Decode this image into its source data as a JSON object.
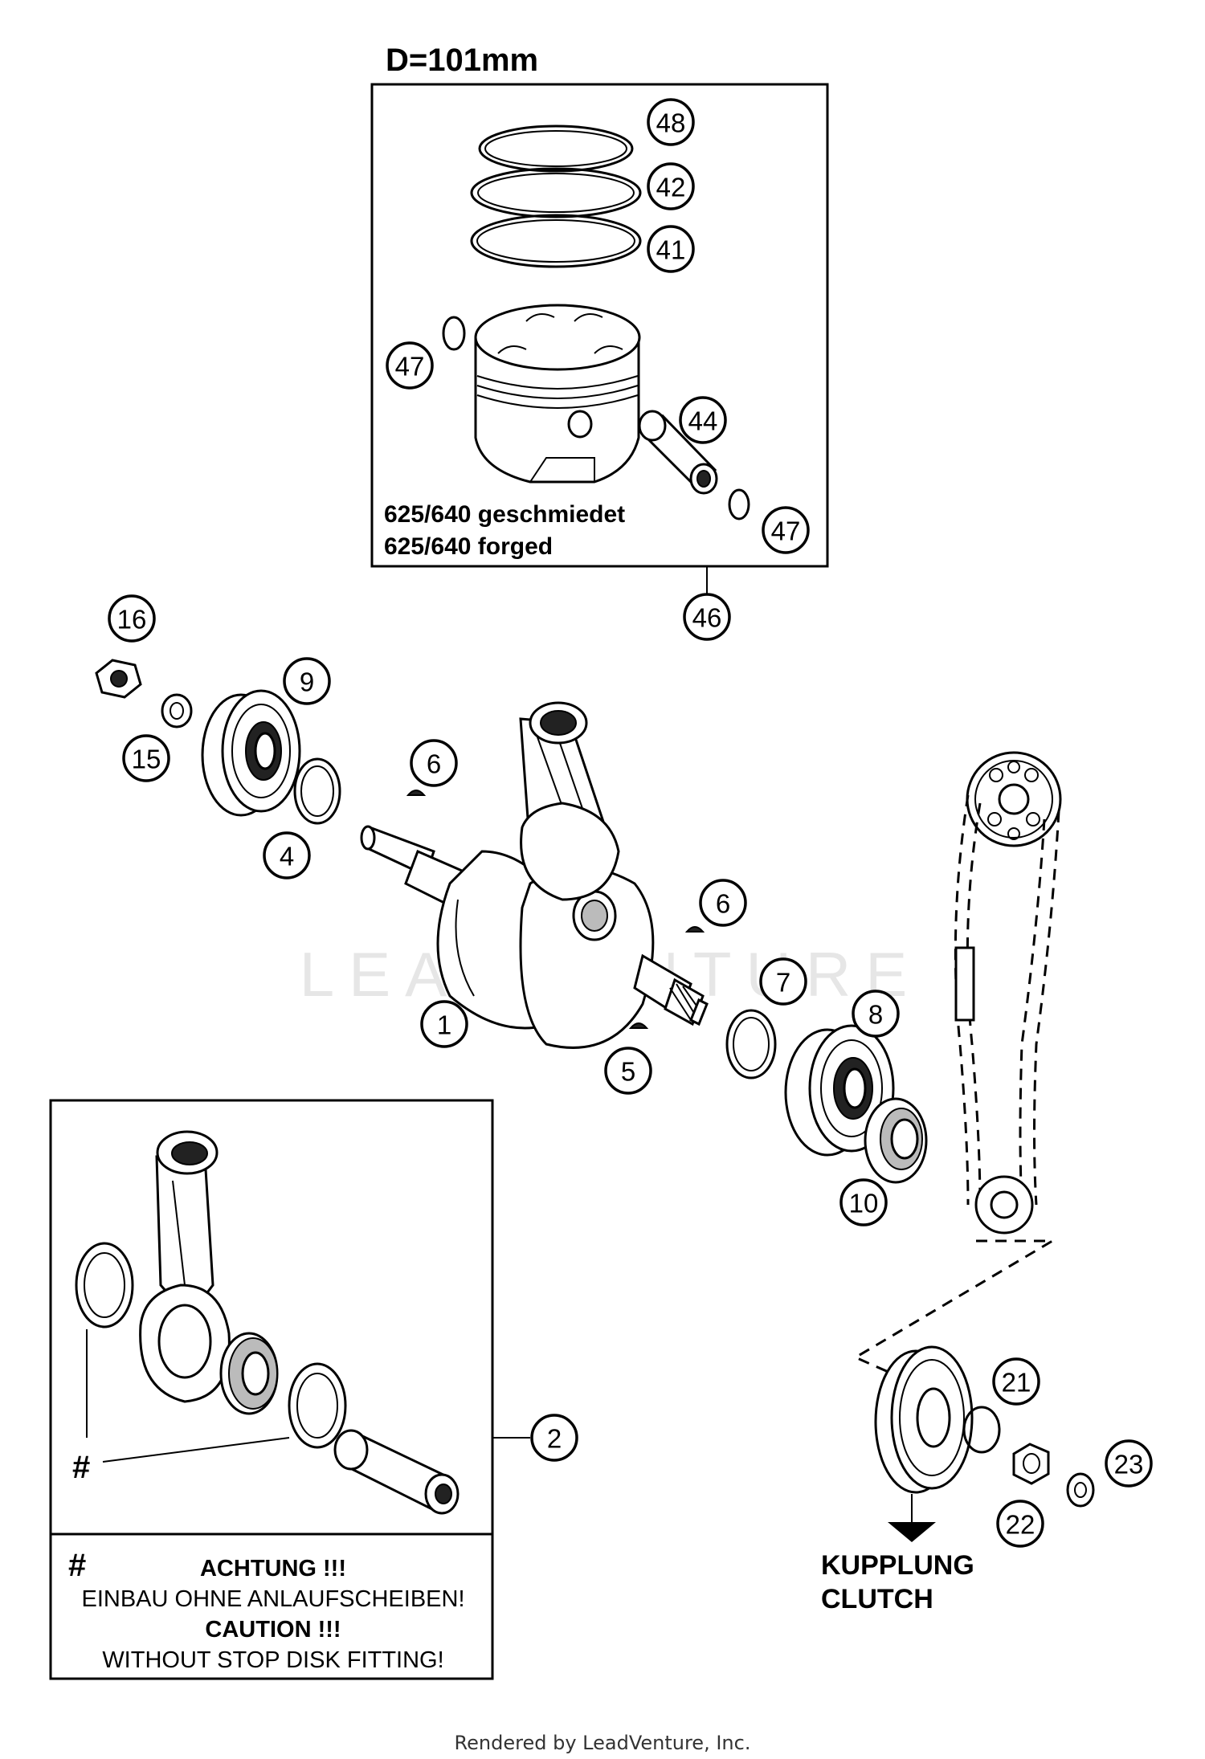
{
  "piston_box": {
    "title": "D=101mm",
    "line1": "625/640  geschmiedet",
    "line2": "625/640  forged"
  },
  "warning_box": {
    "hash_label": "#",
    "hash": "#",
    "line1": "ACHTUNG !!!",
    "line2": "EINBAU OHNE ANLAUFSCHEIBEN!",
    "line3": "CAUTION !!!",
    "line4": "WITHOUT STOP DISK FITTING!"
  },
  "clutch": {
    "line1": "KUPPLUNG",
    "line2": "CLUTCH"
  },
  "watermark": "LEADVENTURE",
  "footer": "Rendered by LeadVenture, Inc.",
  "callouts": {
    "c48": "48",
    "c42": "42",
    "c41": "41",
    "c47a": "47",
    "c44": "44",
    "c47b": "47",
    "c46": "46",
    "c16": "16",
    "c9": "9",
    "c15": "15",
    "c4": "4",
    "c6a": "6",
    "c6b": "6",
    "c1": "1",
    "c5": "5",
    "c7": "7",
    "c8": "8",
    "c10": "10",
    "c2": "2",
    "c21": "21",
    "c23": "23",
    "c22": "22"
  }
}
